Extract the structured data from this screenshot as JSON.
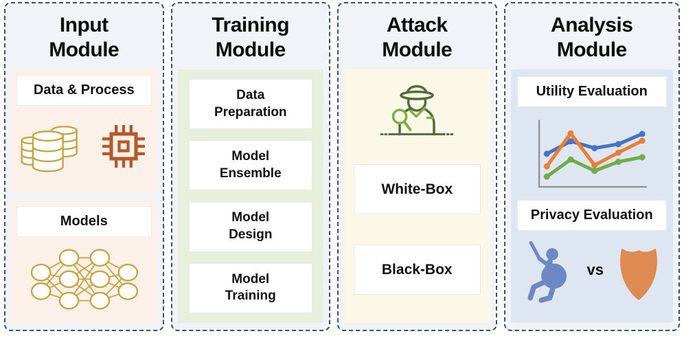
{
  "colors": {
    "module_bg": "#f1f3f8",
    "module_border": "#3f4e68",
    "input_section_bg": "#fcf1e9",
    "training_section_bg": "#e8efdc",
    "attack_section_bg": "#fbf8e7",
    "analysis_section_bg": "#dde6f1",
    "database_gold": "#c8a23c",
    "chip_brown": "#b5592a",
    "spy_green_dark": "#4f6b3e",
    "spy_green_light": "#7cb142",
    "chart_axis_gray": "#8f8f8f",
    "attacker_blue": "#6e88c3",
    "shield_orange": "#de8a50"
  },
  "modules": [
    {
      "id": "input",
      "title": "Input Module",
      "sections": [
        {
          "label": "Data & Process",
          "icons": [
            "databases-icon",
            "chip-icon"
          ]
        },
        {
          "label": "Models",
          "icons": [
            "neural-network-icon"
          ]
        }
      ]
    },
    {
      "id": "training",
      "title": "Training Module",
      "steps": [
        "Data Preparation",
        "Model Ensemble",
        "Model Design",
        "Model Training"
      ]
    },
    {
      "id": "attack",
      "title": "Attack Module",
      "icon": "spy-detective-icon",
      "boxes": [
        "White-Box",
        "Black-Box"
      ]
    },
    {
      "id": "analysis",
      "title": "Analysis Module",
      "boxes": [
        "Utility Evaluation",
        "Privacy Evaluation"
      ],
      "vs_label": "vs",
      "icons": [
        "line-chart-icon",
        "attacker-icon",
        "defender-shield-icon"
      ],
      "chart": {
        "type": "line",
        "x": [
          1,
          2,
          3,
          4,
          5
        ],
        "series": [
          {
            "name": "blue",
            "color": "#4472c4",
            "values": [
              0.5,
              0.72,
              0.6,
              0.67,
              0.85
            ]
          },
          {
            "name": "orange",
            "color": "#ed7d31",
            "values": [
              0.28,
              0.86,
              0.3,
              0.52,
              0.73
            ]
          },
          {
            "name": "green",
            "color": "#70ad47",
            "values": [
              0.1,
              0.4,
              0.2,
              0.36,
              0.44
            ]
          }
        ],
        "axes_visible": true,
        "legend": false
      }
    }
  ]
}
